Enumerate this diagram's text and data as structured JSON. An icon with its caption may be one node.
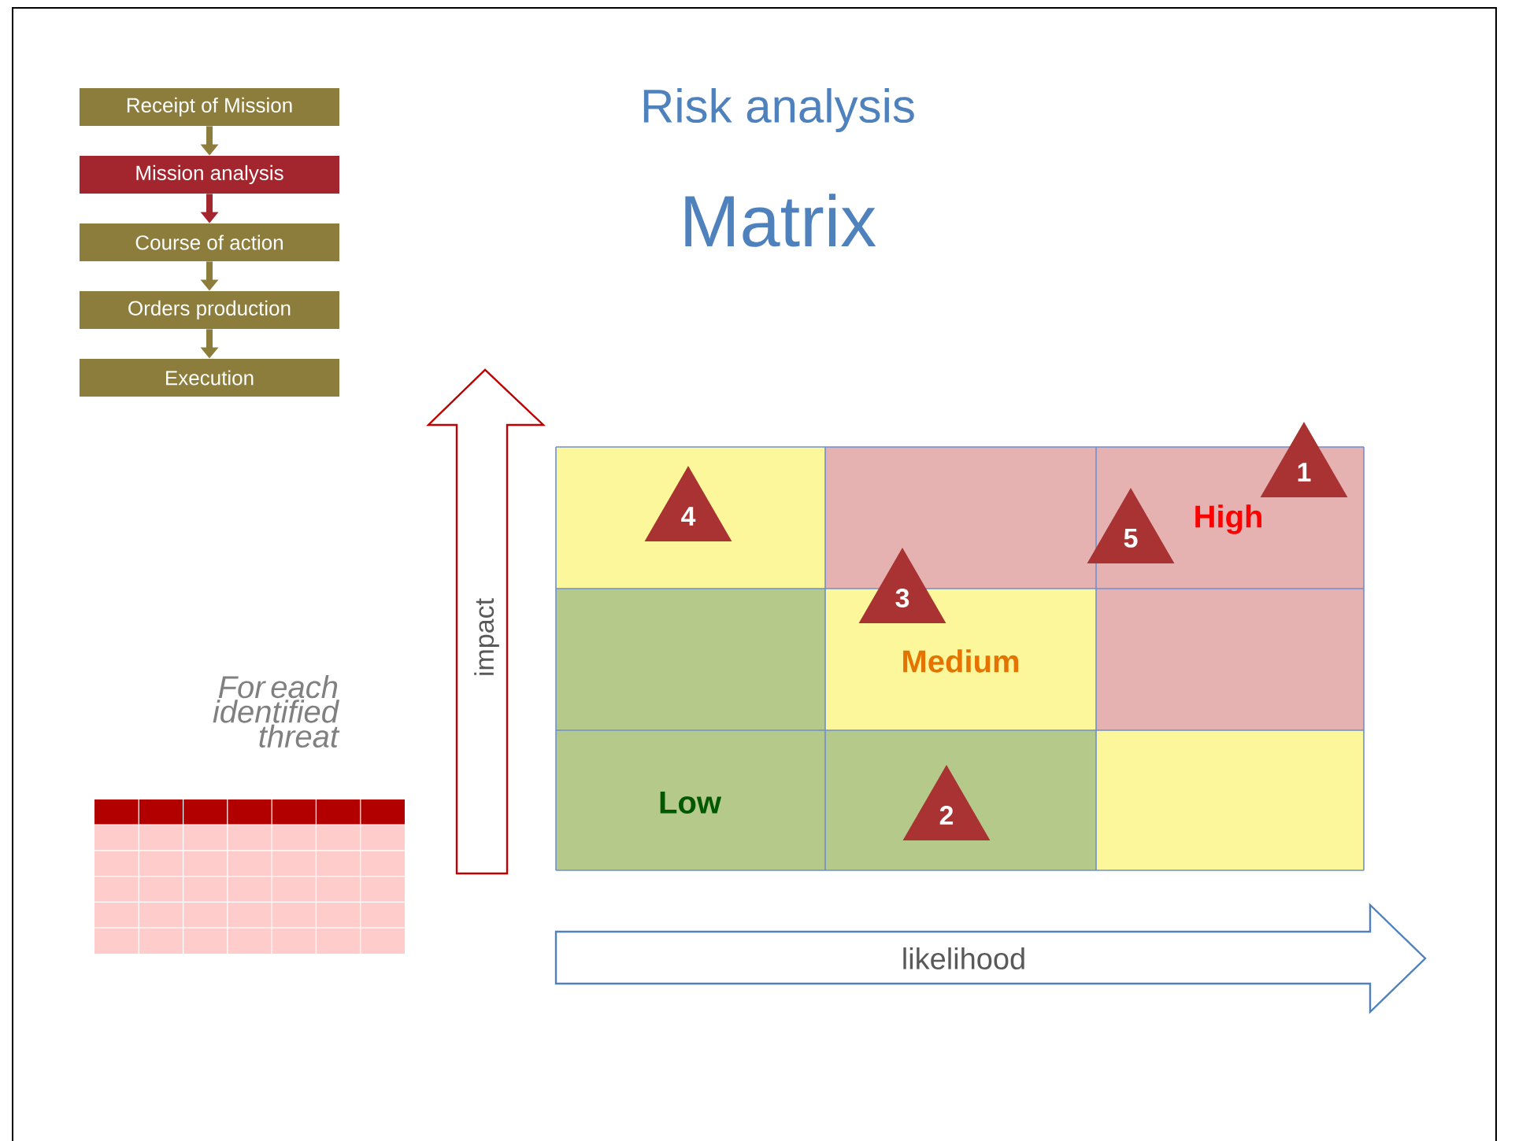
{
  "diagram": {
    "title": "Risk analysis",
    "nodes": [
      {
        "text": [
          "Receipt of Mission"
        ]
      },
      {
        "text": [
          "Mission analysis"
        ]
      },
      {
        "text": [
          "Course of action"
        ]
      },
      {
        "text": [
          "Orders production"
        ]
      },
      {
        "text": [
          "Execution"
        ]
      },
      {
        "text": [
          "1"
        ]
      },
      {
        "text": [
          "2"
        ]
      },
      {
        "text": [
          "3"
        ]
      },
      {
        "text": [
          "4"
        ]
      },
      {
        "text": [
          "5"
        ]
      }
    ],
    "edges": [
      {
        "from": 0,
        "to": 1,
        "arrow": "to"
      },
      {
        "from": 1,
        "to": 2,
        "arrow": "to",
        "color": "#a3262e"
      },
      {
        "from": 2,
        "to": 3,
        "arrow": "to"
      },
      {
        "from": 3,
        "to": 4,
        "arrow": "to"
      }
    ],
    "labels": [
      "Matrix",
      "For each identified threat",
      "impact",
      "Low",
      "Medium",
      "High",
      "likelihood"
    ]
  }
}
